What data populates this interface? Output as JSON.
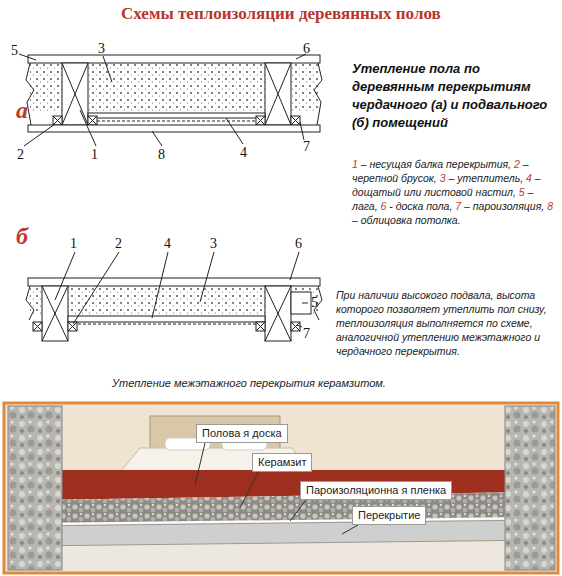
{
  "diagram": {
    "title": "Схемы теплоизоляции деревянных полов",
    "caption": "Утепление межэтажного перекрытия керамзитом.",
    "nodes": [
      {
        "text": [
          "Полова я доска"
        ]
      },
      {
        "text": [
          "Керамзит"
        ]
      },
      {
        "text": [
          "Пароизоляционна я пленка"
        ]
      },
      {
        "text": [
          "Перекрытие"
        ]
      }
    ],
    "labels": [
      "а",
      "б",
      "5",
      "3",
      "6",
      "2",
      "1",
      "8",
      "4",
      "7",
      "1",
      "2",
      "4",
      "3",
      "6",
      "5",
      "7",
      "Утепление пола по деревянным перекрытиям чердачного (а) и подвального (б) помещений",
      "1",
      "– несущая балка перекрытия,",
      "2",
      "– черепной брусок,",
      "3",
      "– утеплитель,",
      "4",
      "– дощатый или листовой настил,",
      "5",
      "– лага,",
      "6",
      "- доска пола,",
      "7",
      "– пароизоляция,",
      "8",
      "– облицовка потолка.",
      "При наличии высокого подвала, высота которого позволяет утеплить пол снизу, теплоизоляция выполняется по схеме, аналогичной утеплению межэтажного и чердачного перекрытия."
    ]
  }
}
